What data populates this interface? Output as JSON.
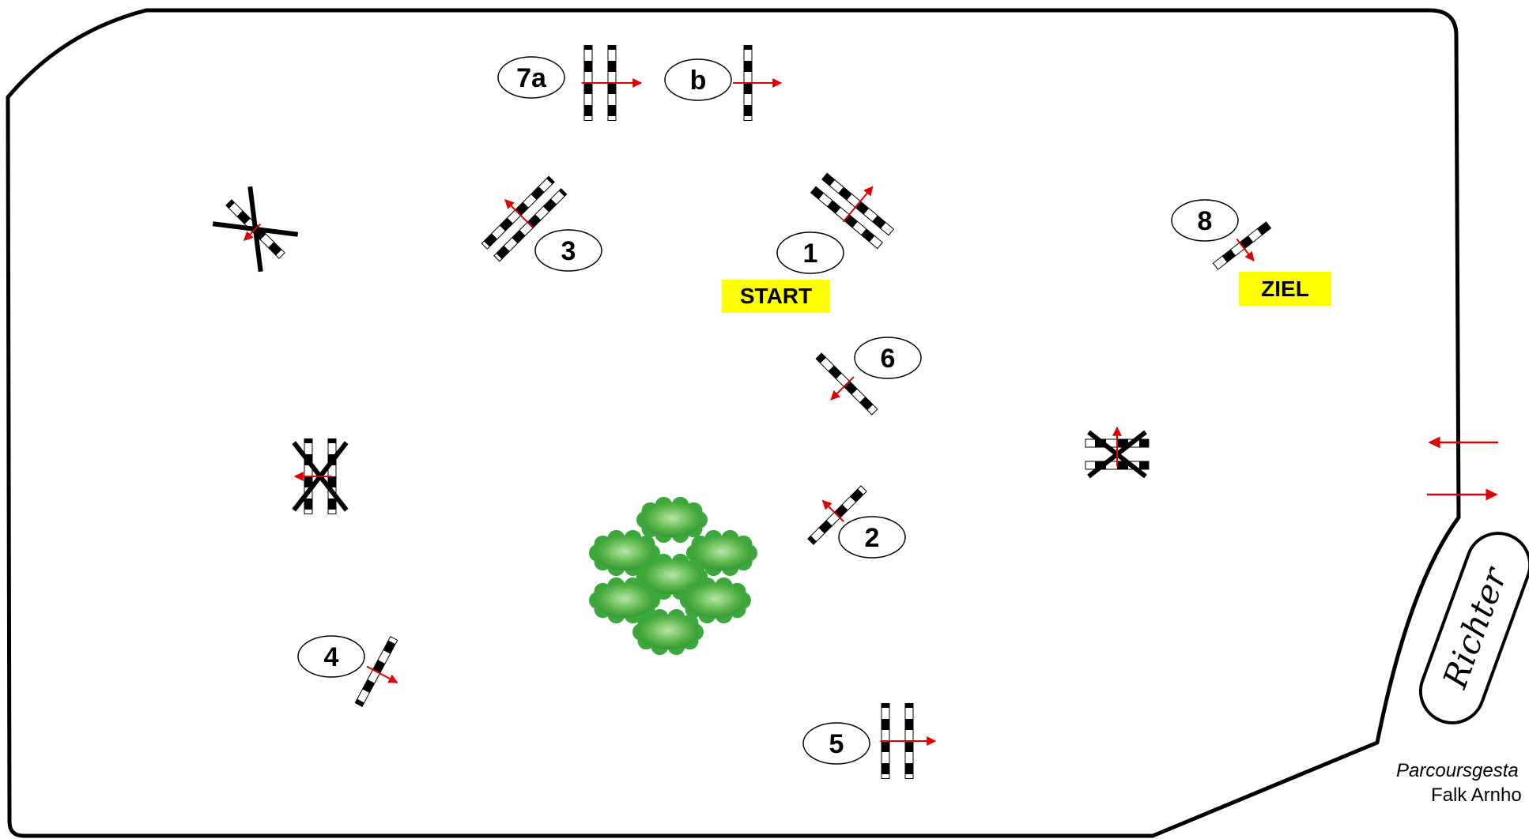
{
  "course": {
    "labels": {
      "start": "START",
      "finish": "ZIEL",
      "judge": "Richter"
    },
    "credit": {
      "line1": "Parcoursgesta",
      "line2": "Falk Arnho"
    },
    "obstacles": [
      {
        "number": "1",
        "kind": "oxer"
      },
      {
        "number": "2",
        "kind": "vertical"
      },
      {
        "number": "3",
        "kind": "oxer"
      },
      {
        "number": "4",
        "kind": "vertical"
      },
      {
        "number": "5",
        "kind": "oxer"
      },
      {
        "number": "6",
        "kind": "vertical"
      },
      {
        "number": "7a",
        "kind": "oxer"
      },
      {
        "number": "b",
        "kind": "vertical"
      },
      {
        "number": "8",
        "kind": "vertical"
      }
    ],
    "colors": {
      "arena_border": "#000000",
      "direction_arrow": "#e00000",
      "start_finish_background": "#ffff00",
      "tree_green": "#3aa83a"
    }
  }
}
